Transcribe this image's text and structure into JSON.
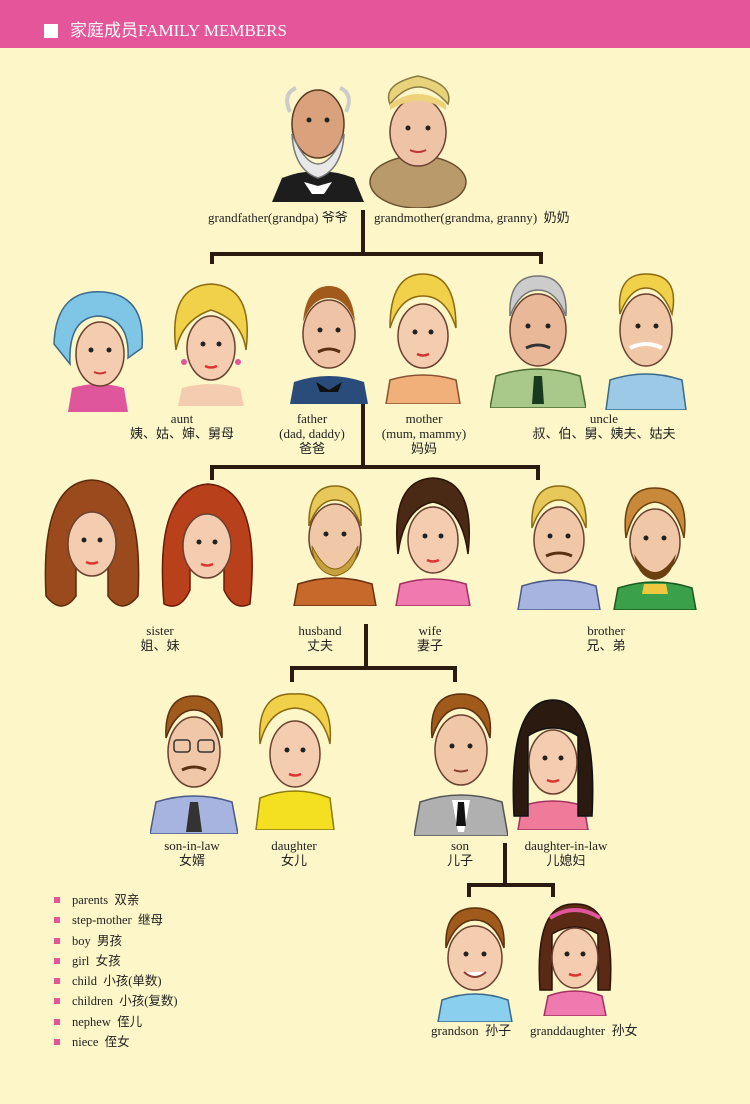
{
  "header": {
    "title": "家庭成员FAMILY MEMBERS",
    "color": "#e5559a"
  },
  "members": {
    "grandfather": {
      "en": "grandfather(grandpa)",
      "zh": "爷爷"
    },
    "grandmother": {
      "en": "grandmother(grandma, granny)",
      "zh": "奶奶"
    },
    "aunt": {
      "en": "aunt",
      "zh": "姨、姑、婶、舅母"
    },
    "father": {
      "en": "father",
      "en2": "(dad, daddy)",
      "zh": "爸爸"
    },
    "mother": {
      "en": "mother",
      "en2": "(mum, mammy)",
      "zh": "妈妈"
    },
    "uncle": {
      "en": "uncle",
      "zh": "叔、伯、舅、姨夫、姑夫"
    },
    "sister": {
      "en": "sister",
      "zh": "姐、妹"
    },
    "husband": {
      "en": "husband",
      "zh": "丈夫"
    },
    "wife": {
      "en": "wife",
      "zh": "妻子"
    },
    "brother": {
      "en": "brother",
      "zh": "兄、弟"
    },
    "son_in_law": {
      "en": "son-in-law",
      "zh": "女婿"
    },
    "daughter": {
      "en": "daughter",
      "zh": "女儿"
    },
    "son": {
      "en": "son",
      "zh": "儿子"
    },
    "daughter_in_law": {
      "en": "daughter-in-law",
      "zh": "儿媳妇"
    },
    "grandson": {
      "en": "grandson",
      "zh": "孙子"
    },
    "granddaughter": {
      "en": "granddaughter",
      "zh": "孙女"
    }
  },
  "glossary": [
    {
      "en": "parents",
      "zh": "双亲"
    },
    {
      "en": "step-mother",
      "zh": "继母"
    },
    {
      "en": "boy",
      "zh": "男孩"
    },
    {
      "en": "girl",
      "zh": "女孩"
    },
    {
      "en": "child",
      "zh": "小孩(单数)"
    },
    {
      "en": "children",
      "zh": "小孩(复数)"
    },
    {
      "en": "nephew",
      "zh": "侄儿"
    },
    {
      "en": "niece",
      "zh": "侄女"
    }
  ],
  "colors": {
    "background": "#fdf6c8",
    "line": "#2b1a10",
    "bullet": "#e5559a"
  }
}
